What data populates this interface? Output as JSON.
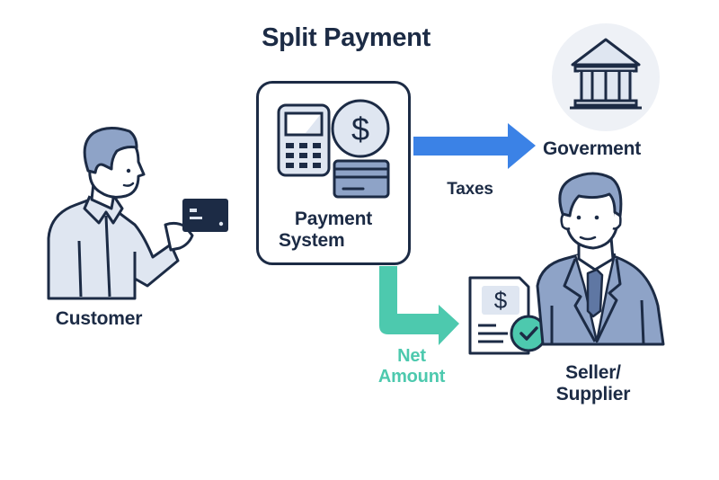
{
  "diagram": {
    "title": "Split Payment",
    "nodes": {
      "customer": {
        "label": "Customer",
        "icon": "person-holding-card-icon"
      },
      "payment_system": {
        "label_line1": "Payment",
        "label_line2": "System",
        "icon": "payment-terminal-icon"
      },
      "government": {
        "label": "Goverment",
        "icon": "bank-building-icon"
      },
      "seller": {
        "label_line1": "Seller/",
        "label_line2": "Supplier",
        "icon": "businessman-icon"
      },
      "invoice": {
        "icon": "invoice-approved-icon"
      }
    },
    "edges": [
      {
        "from": "payment_system",
        "to": "government",
        "label": "Taxes",
        "color": "#3b82e6"
      },
      {
        "from": "payment_system",
        "to": "seller",
        "label_line1": "Net",
        "label_line2": "Amount",
        "color": "#4dc9ae"
      }
    ],
    "colors": {
      "ink": "#1c2b45",
      "light_fill": "#dfe6f1",
      "mid_fill": "#8ea3c7",
      "blue_arrow": "#3b82e6",
      "green_arrow": "#4dc9ae",
      "circle_bg": "#eef1f6"
    }
  }
}
